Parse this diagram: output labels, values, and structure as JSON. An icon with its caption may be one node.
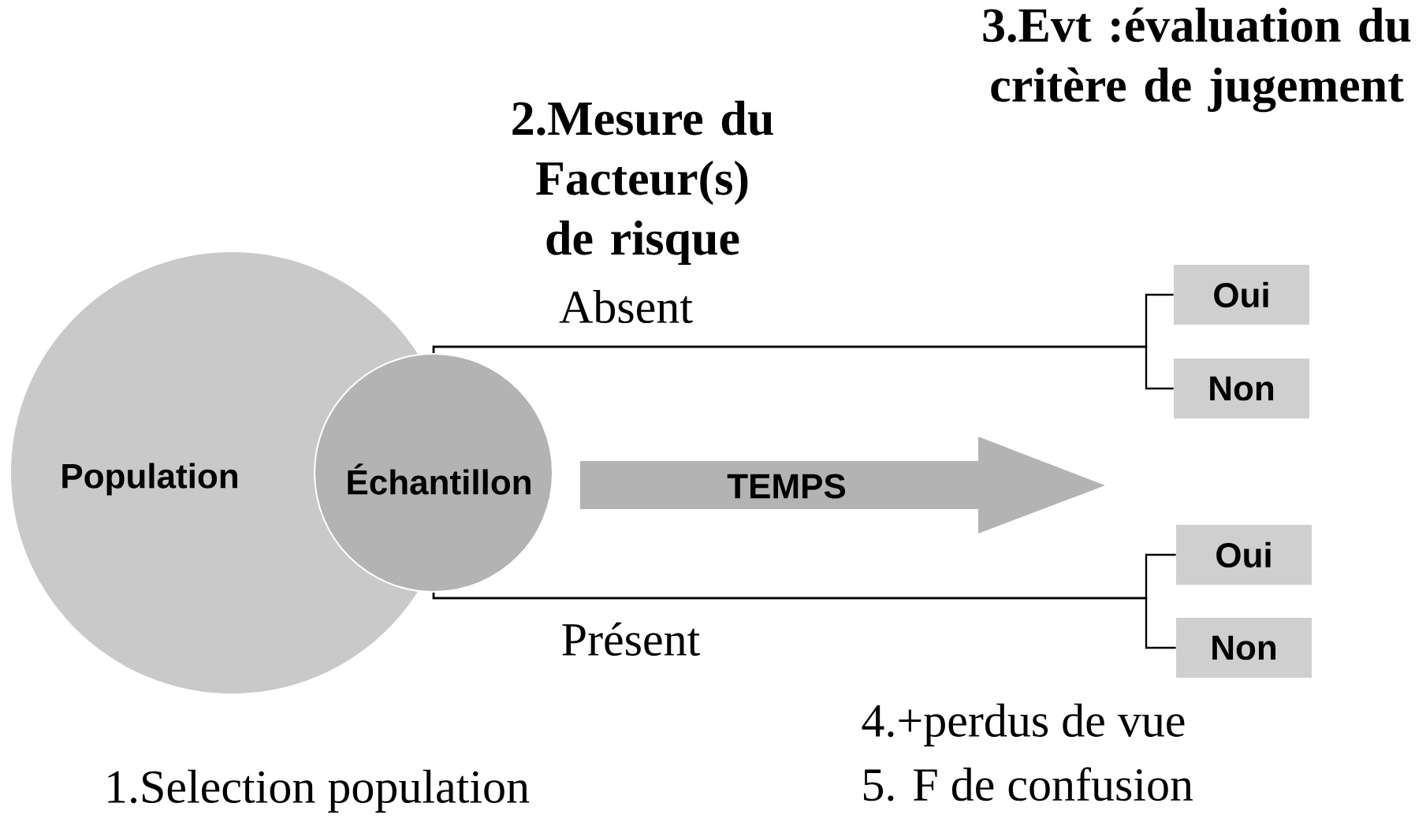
{
  "diagram": {
    "nodes": [
      {
        "text": [
          "Population"
        ]
      },
      {
        "text": [
          "Échantillon"
        ]
      },
      {
        "text": [
          "Oui"
        ]
      },
      {
        "text": [
          "Non"
        ]
      },
      {
        "text": [
          "Oui"
        ]
      },
      {
        "text": [
          "Non"
        ]
      },
      {
        "text": [
          "TEMPS"
        ]
      }
    ],
    "edges": [
      {
        "from": 1,
        "to": 2,
        "arrow": "none"
      },
      {
        "from": 1,
        "to": 3,
        "arrow": "none"
      },
      {
        "from": 1,
        "to": 4,
        "arrow": "none"
      },
      {
        "from": 1,
        "to": 5,
        "arrow": "none"
      }
    ],
    "labels": [
      "3.Evt :évaluation du critère de jugement",
      "2.Mesure du Facteur(s) de risque",
      "Absent",
      "Présent",
      "4.+perdus de vue",
      "5. F de confusion",
      "1.Selection population"
    ]
  }
}
